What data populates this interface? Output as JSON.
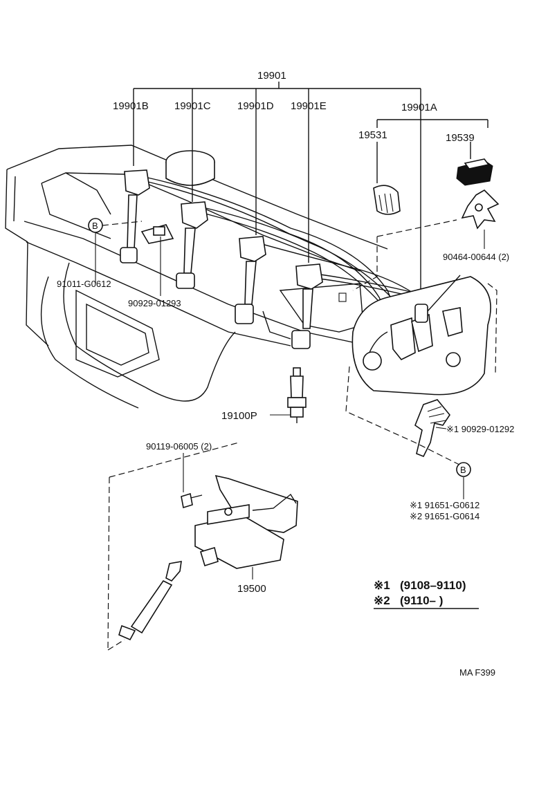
{
  "labels": {
    "harness": "19901",
    "wire_b": "19901B",
    "wire_c": "19901C",
    "wire_d": "19901D",
    "wire_e": "19901E",
    "wire_a": "19901A",
    "cap": "19531",
    "rotor": "19539",
    "clamp_screw": "90464-00644 (2)",
    "clamp_left": "91011-G0612",
    "clip_mid": "90929-01293",
    "spark_plug": "19100P",
    "bracket_note": "※1 90929-01292",
    "bolt": "90119-06005 (2)",
    "clamp_b1": "※1 91651-G0612",
    "clamp_b2": "※2 91651-G0614",
    "coil": "19500",
    "callout_b": "B",
    "callout_b2": "B",
    "footer_code": "MA  F399"
  },
  "legend": {
    "note1_mark": "※1",
    "note1_range": "(9108–9110)",
    "note2_mark": "※2",
    "note2_range": "(9110–      )"
  }
}
